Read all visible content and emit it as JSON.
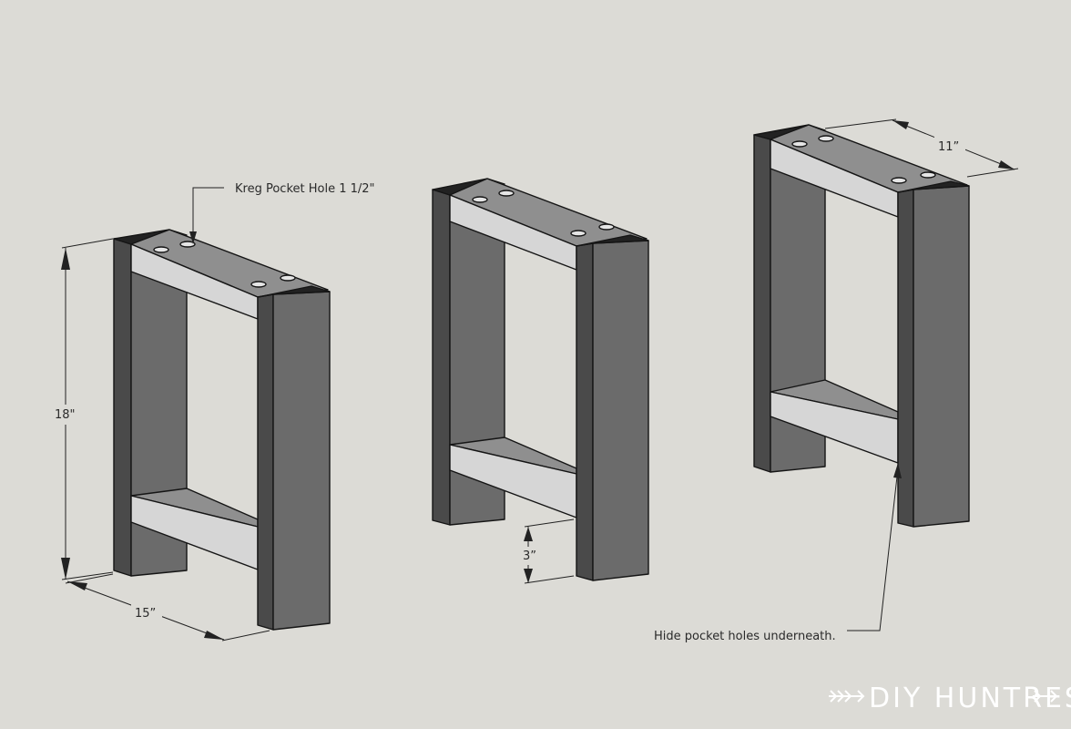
{
  "annotations": {
    "pocket_hole": "Kreg Pocket Hole 1 1/2\"",
    "hide_holes": "Hide pocket holes underneath."
  },
  "dimensions": {
    "height": "18\"",
    "width": "15”",
    "depth": "11”",
    "stretcher_offset": "3”"
  },
  "watermark": {
    "text": "DIY HUNTRESS"
  },
  "colors": {
    "background": "#dcdbd6",
    "leg_front": "#6b6b6b",
    "leg_side": "#4d4d4d",
    "leg_top": "#222222",
    "rail_front": "#d6d6d6",
    "rail_top": "#8c8c8c"
  }
}
